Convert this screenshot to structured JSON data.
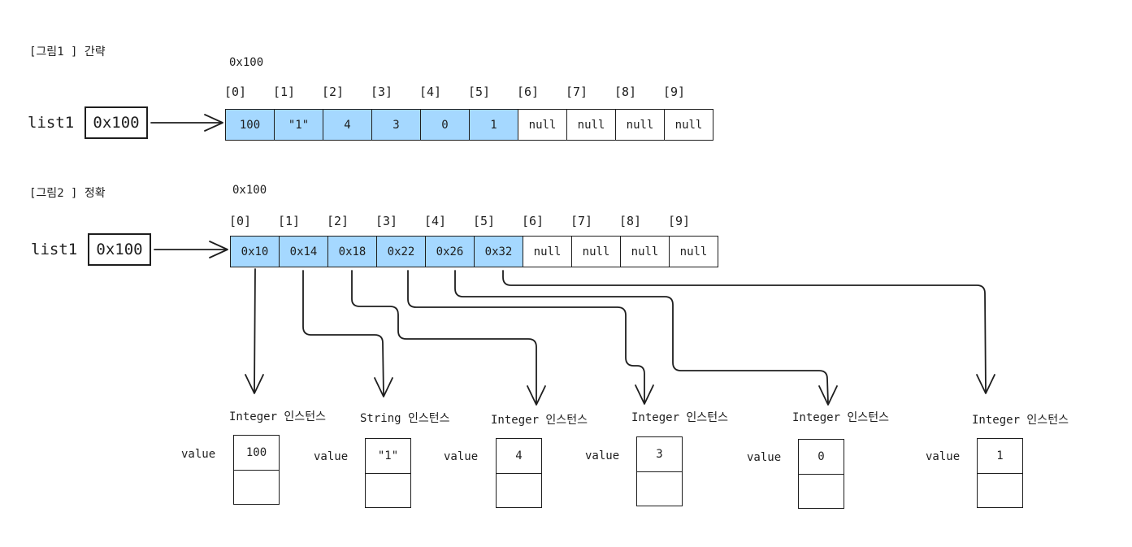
{
  "fig1": {
    "caption": "[그림1 ] 간략",
    "addr": "0x100",
    "var_name": "list1",
    "pointer": "0x100",
    "indices": [
      "[0]",
      "[1]",
      "[2]",
      "[3]",
      "[4]",
      "[5]",
      "[6]",
      "[7]",
      "[8]",
      "[9]"
    ],
    "cells": [
      "100",
      "\"1\"",
      "4",
      "3",
      "0",
      "1",
      "null",
      "null",
      "null",
      "null"
    ]
  },
  "fig2": {
    "caption": "[그림2 ] 정확",
    "addr": "0x100",
    "var_name": "list1",
    "pointer": "0x100",
    "indices": [
      "[0]",
      "[1]",
      "[2]",
      "[3]",
      "[4]",
      "[5]",
      "[6]",
      "[7]",
      "[8]",
      "[9]"
    ],
    "cells": [
      "0x10",
      "0x14",
      "0x18",
      "0x22",
      "0x26",
      "0x32",
      "null",
      "null",
      "null",
      "null"
    ],
    "instances": [
      {
        "title": "Integer 인스턴스",
        "label": "value",
        "value": "100"
      },
      {
        "title": "String 인스턴스",
        "label": "value",
        "value": "\"1\""
      },
      {
        "title": "Integer 인스턴스",
        "label": "value",
        "value": "4"
      },
      {
        "title": "Integer 인스턴스",
        "label": "value",
        "value": "3"
      },
      {
        "title": "Integer 인스턴스",
        "label": "value",
        "value": "0"
      },
      {
        "title": "Integer 인스턴스",
        "label": "value",
        "value": "1"
      }
    ]
  },
  "colors": {
    "filled": "#a5d8ff",
    "stroke": "#1e1e1e"
  }
}
